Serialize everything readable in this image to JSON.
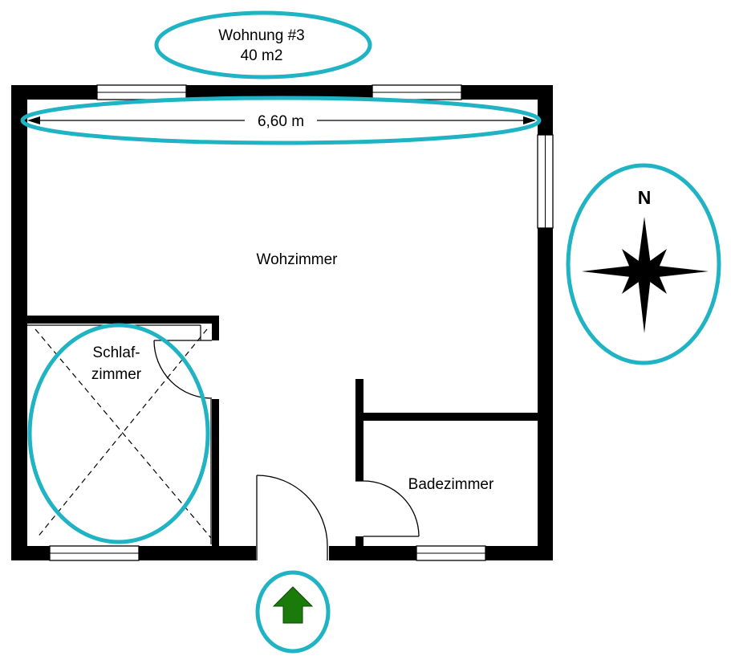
{
  "apartment": {
    "title": "Wohnung #3",
    "area": "40 m2"
  },
  "dimension": {
    "width_label": "6,60 m"
  },
  "rooms": {
    "living": "Wohzimmer",
    "bedroom_line1": "Schlaf-",
    "bedroom_line2": "zimmer",
    "bathroom": "Badezimmer"
  },
  "compass": {
    "north_label": "N"
  },
  "entrance": {
    "arrow_icon": "entrance-arrow-icon",
    "arrow_color": "#1a7a0a"
  },
  "colors": {
    "highlight": "#1fb3c4",
    "walls": "#000000",
    "background": "#ffffff"
  }
}
